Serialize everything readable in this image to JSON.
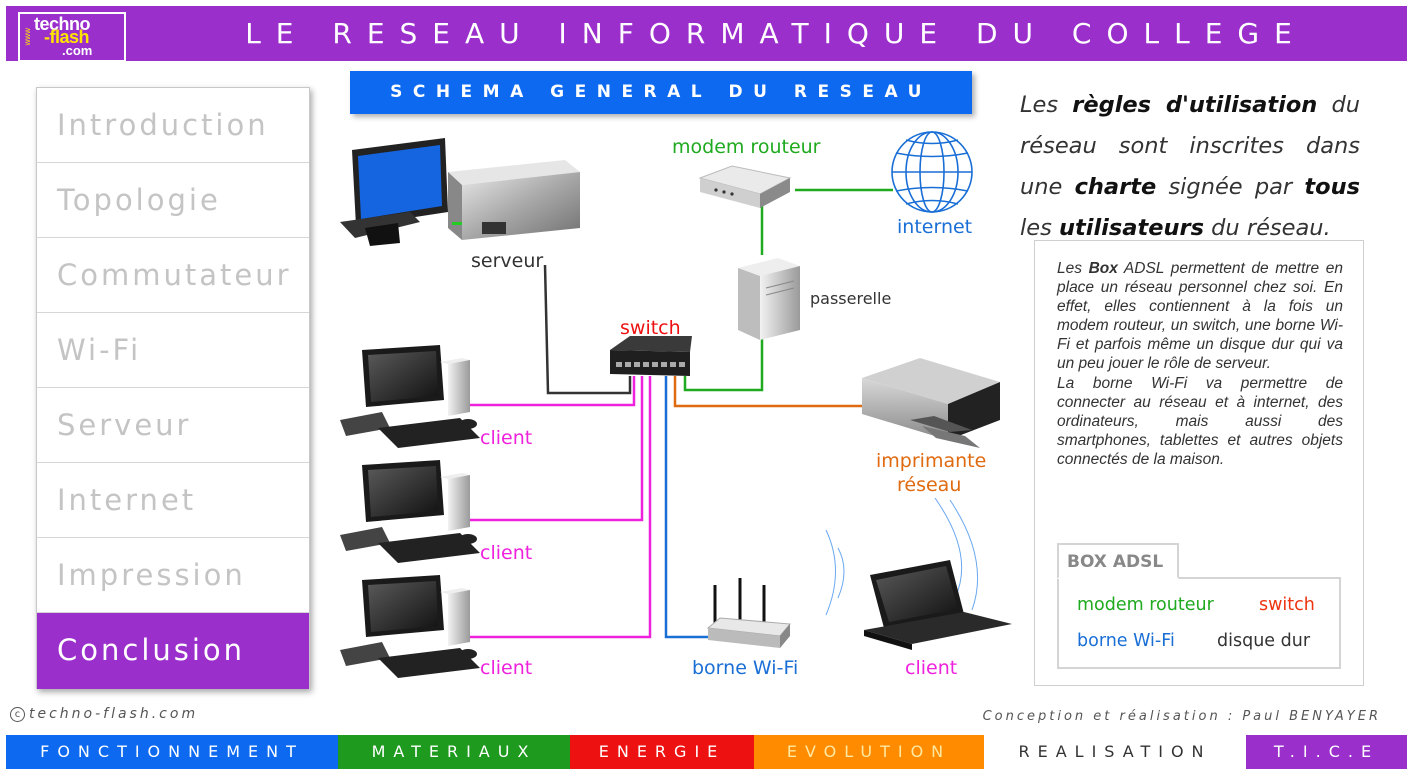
{
  "header": {
    "title": "LE RESEAU INFORMATIQUE DU COLLEGE",
    "logo": {
      "line1": "techno",
      "line2": "-flash",
      "line3": ".com",
      "side": "www"
    }
  },
  "menu": {
    "items": [
      {
        "label": "Introduction",
        "active": false
      },
      {
        "label": "Topologie",
        "active": false
      },
      {
        "label": "Commutateur",
        "active": false
      },
      {
        "label": "Wi-Fi",
        "active": false
      },
      {
        "label": "Serveur",
        "active": false
      },
      {
        "label": "Internet",
        "active": false
      },
      {
        "label": "Impression",
        "active": false
      },
      {
        "label": "Conclusion",
        "active": true
      }
    ]
  },
  "schema": {
    "title": "SCHEMA GENERAL DU RESEAU",
    "labels": {
      "modem": "modem routeur",
      "internet": "internet",
      "serveur": "serveur",
      "passerelle": "passerelle",
      "switch": "switch",
      "client1": "client",
      "client2": "client",
      "client3": "client",
      "client4": "client",
      "imprimante1": "imprimante",
      "imprimante2": "réseau",
      "borne": "borne Wi-Fi"
    },
    "colors": {
      "green": "#1faa1f",
      "blue": "#1a6fd6",
      "magenta": "#ee22dd",
      "red": "#ee1111",
      "orange": "#e06a10",
      "dark": "#333333"
    }
  },
  "charter": {
    "p1": "Les ",
    "b1": "règles d'utilisation",
    "p2": " du réseau sont inscrites dans une ",
    "b2": "charte",
    "p3": " signée par ",
    "b3": "tous",
    "p4": " les ",
    "b4": "utilisateurs",
    "p5": " du réseau."
  },
  "info": {
    "t1": "Les ",
    "b1": "Box",
    "t2": " ADSL permettent de mettre en place un réseau personnel chez soi. En effet, elles contiennent à la fois un modem routeur, un switch, une borne Wi-Fi et parfois même un disque dur qui va un peu jouer le rôle de serveur.",
    "t3": "La borne Wi-Fi va permettre de connecter au réseau et à internet, des ordinateurs, mais aussi des smartphones, tablettes et autres objets connectés de la maison.",
    "box_title": "BOX ADSL",
    "box_items": {
      "modem": "modem routeur",
      "switch": "switch",
      "wifi": "borne Wi-Fi",
      "disk": "disque dur"
    }
  },
  "footer": {
    "copyright": "techno-flash.com",
    "copyright_symbol": "c",
    "credit": "Conception et réalisation : Paul BENYAYER",
    "nav": [
      {
        "label": "FONCTIONNEMENT",
        "bg": "#0d6af0",
        "fg": "#ffffff"
      },
      {
        "label": "MATERIAUX",
        "bg": "#1e9a1e",
        "fg": "#ffffff"
      },
      {
        "label": "ENERGIE",
        "bg": "#ee1111",
        "fg": "#ffffff"
      },
      {
        "label": "EVOLUTION",
        "bg": "#ff8c00",
        "fg": "#ffe8a0"
      },
      {
        "label": "REALISATION",
        "bg": "#ffffff",
        "fg": "#333333"
      },
      {
        "label": "T.I.C.E",
        "bg": "#9a2fcc",
        "fg": "#ffffff"
      }
    ]
  }
}
